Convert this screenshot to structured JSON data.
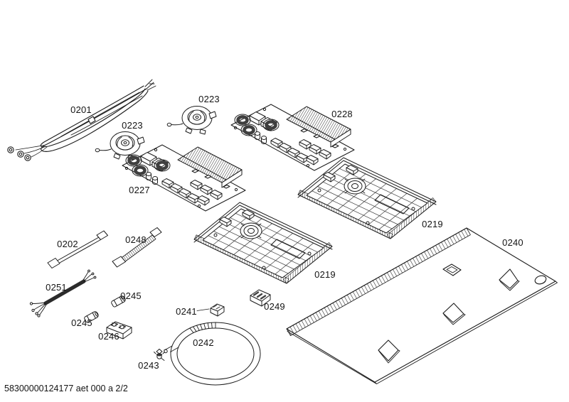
{
  "diagram": {
    "footer_code": "58300000124177 aet 000 a 2/2",
    "parts": {
      "mains_cable": "0201",
      "fan_top": "0223",
      "fan_left": "0223",
      "power_board_left": "0227",
      "power_board_right": "0228",
      "base_tray_left": "0219",
      "base_tray_right": "0219",
      "glass_ceramic_top": "0240",
      "ribbon_cable": "0202",
      "flat_cable": "0248",
      "supply_cable": "0251",
      "fuse_upper": "0245",
      "fuse_lower": "0245",
      "fuse_holder": "0246",
      "cable_clamp": "0241",
      "connector_block": "0249",
      "hose_ring": "0242",
      "fixing_clip": "0243"
    }
  }
}
